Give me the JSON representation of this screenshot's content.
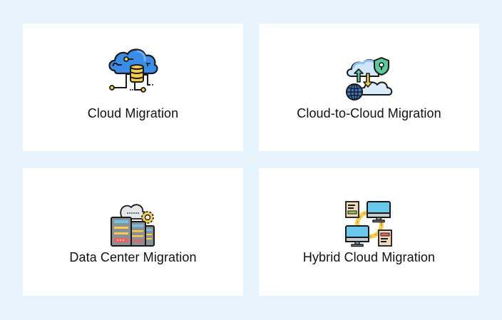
{
  "page": {
    "background": "#e8f4fd"
  },
  "cards": [
    {
      "label": "Cloud Migration",
      "icon": "cloud-database-icon"
    },
    {
      "label": "Cloud-to-Cloud Migration",
      "icon": "cloud-transfer-icon"
    },
    {
      "label": "Data Center Migration",
      "icon": "data-center-icon"
    },
    {
      "label": "Hybrid Cloud Migration",
      "icon": "hybrid-cloud-icon"
    }
  ],
  "colors": {
    "cloud_blue": "#3b8ce6",
    "cloud_light": "#cfe6fb",
    "gold": "#f7cd4c",
    "green": "#5cc99a",
    "outline": "#1a1a1a",
    "server_gray": "#8c8f94",
    "server_cyan": "#6cc6e5",
    "server_red": "#e8655f",
    "monitor_blue": "#69c8ec",
    "paper": "#f1d9bd"
  }
}
